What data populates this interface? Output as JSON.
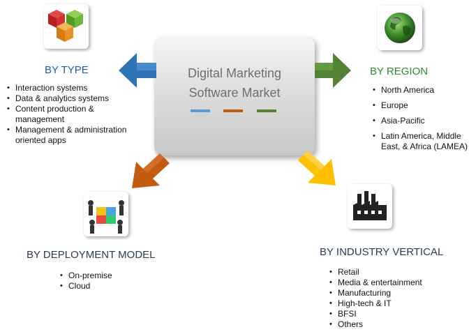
{
  "center": {
    "title_line1": "Digital Marketing",
    "title_line2": "Software Market",
    "dash_colors": [
      "#5b9bd5",
      "#c55a11",
      "#538135"
    ]
  },
  "segments": {
    "type": {
      "heading": "BY TYPE",
      "icon": "cubes-icon",
      "items": [
        "Interaction systems",
        "Data & analytics systems",
        "Content production & management",
        "Management & administration oriented apps"
      ]
    },
    "region": {
      "heading": "BY REGION",
      "icon": "globe-icon",
      "items": [
        "North America",
        "Europe",
        "Asia-Pacific",
        "Latin America, Middle East, & Africa (LAMEA)"
      ]
    },
    "deployment": {
      "heading": "BY DEPLOYMENT MODEL",
      "icon": "team-puzzle-icon",
      "items": [
        "On-premise",
        "Cloud"
      ]
    },
    "industry": {
      "heading": "BY INDUSTRY VERTICAL",
      "icon": "factory-icon",
      "items": [
        "Retail",
        "Media & entertainment",
        "Manufacturing",
        "High-tech & IT",
        "BFSI",
        "Others"
      ]
    }
  },
  "colors": {
    "arrow_blue": "#2e75b6",
    "arrow_green": "#548235",
    "arrow_orange": "#c55a11",
    "arrow_yellow": "#ffc000",
    "heading_blue": "#1f5aa8",
    "heading_dark": "#2a3b52"
  }
}
